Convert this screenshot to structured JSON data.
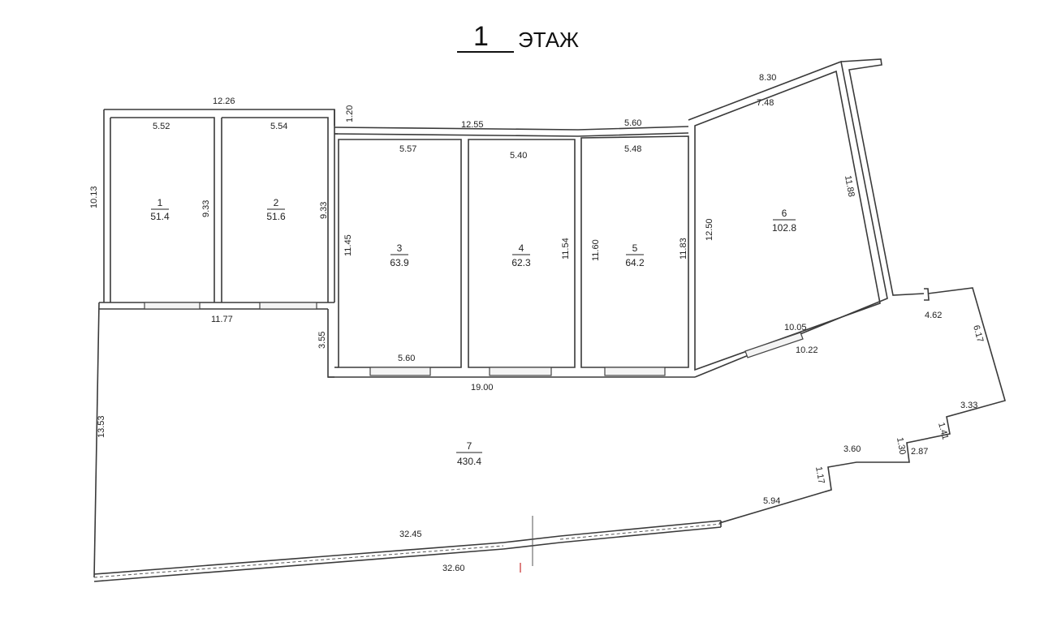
{
  "title": {
    "floor_number": "1",
    "floor_label": "ЭТАЖ"
  },
  "rooms": [
    {
      "number": "1",
      "area": "51.4"
    },
    {
      "number": "2",
      "area": "51.6"
    },
    {
      "number": "3",
      "area": "63.9"
    },
    {
      "number": "4",
      "area": "62.3"
    },
    {
      "number": "5",
      "area": "64.2"
    },
    {
      "number": "6",
      "area": "102.8"
    },
    {
      "number": "7",
      "area": "430.4"
    }
  ],
  "dimensions": {
    "top_left_width": "12.26",
    "step": "1.20",
    "top_middle": "12.55",
    "top_right": "5.60",
    "room6_top_outer": "8.30",
    "room6_top_inner": "7.48",
    "room1_top": "5.52",
    "room2_top": "5.54",
    "room3_top": "5.57",
    "room4_top": "5.40",
    "room5_top": "5.48",
    "left_height": "10.13",
    "room1_right": "9.33",
    "room2_right": "9.33",
    "room3_left": "11.45",
    "room4_right": "11.54",
    "room5_left": "11.60",
    "room5_right": "11.83",
    "room6_left": "12.50",
    "room6_right": "11.88",
    "bottom_left": "11.77",
    "step_height": "3.55",
    "room3_bottom": "5.60",
    "bottom_middle": "19.00",
    "room6_bottom_inner": "10.05",
    "room6_bottom_outer": "10.22",
    "right_a": "4.62",
    "right_b": "6.17",
    "right_c": "3.33",
    "right_d": "1.41",
    "right_e": "2.87",
    "right_f": "1.30",
    "right_g": "3.60",
    "right_h": "1.17",
    "right_i": "5.94",
    "big_left": "13.53",
    "bottom_inner": "32.45",
    "bottom_outer": "32.60"
  }
}
